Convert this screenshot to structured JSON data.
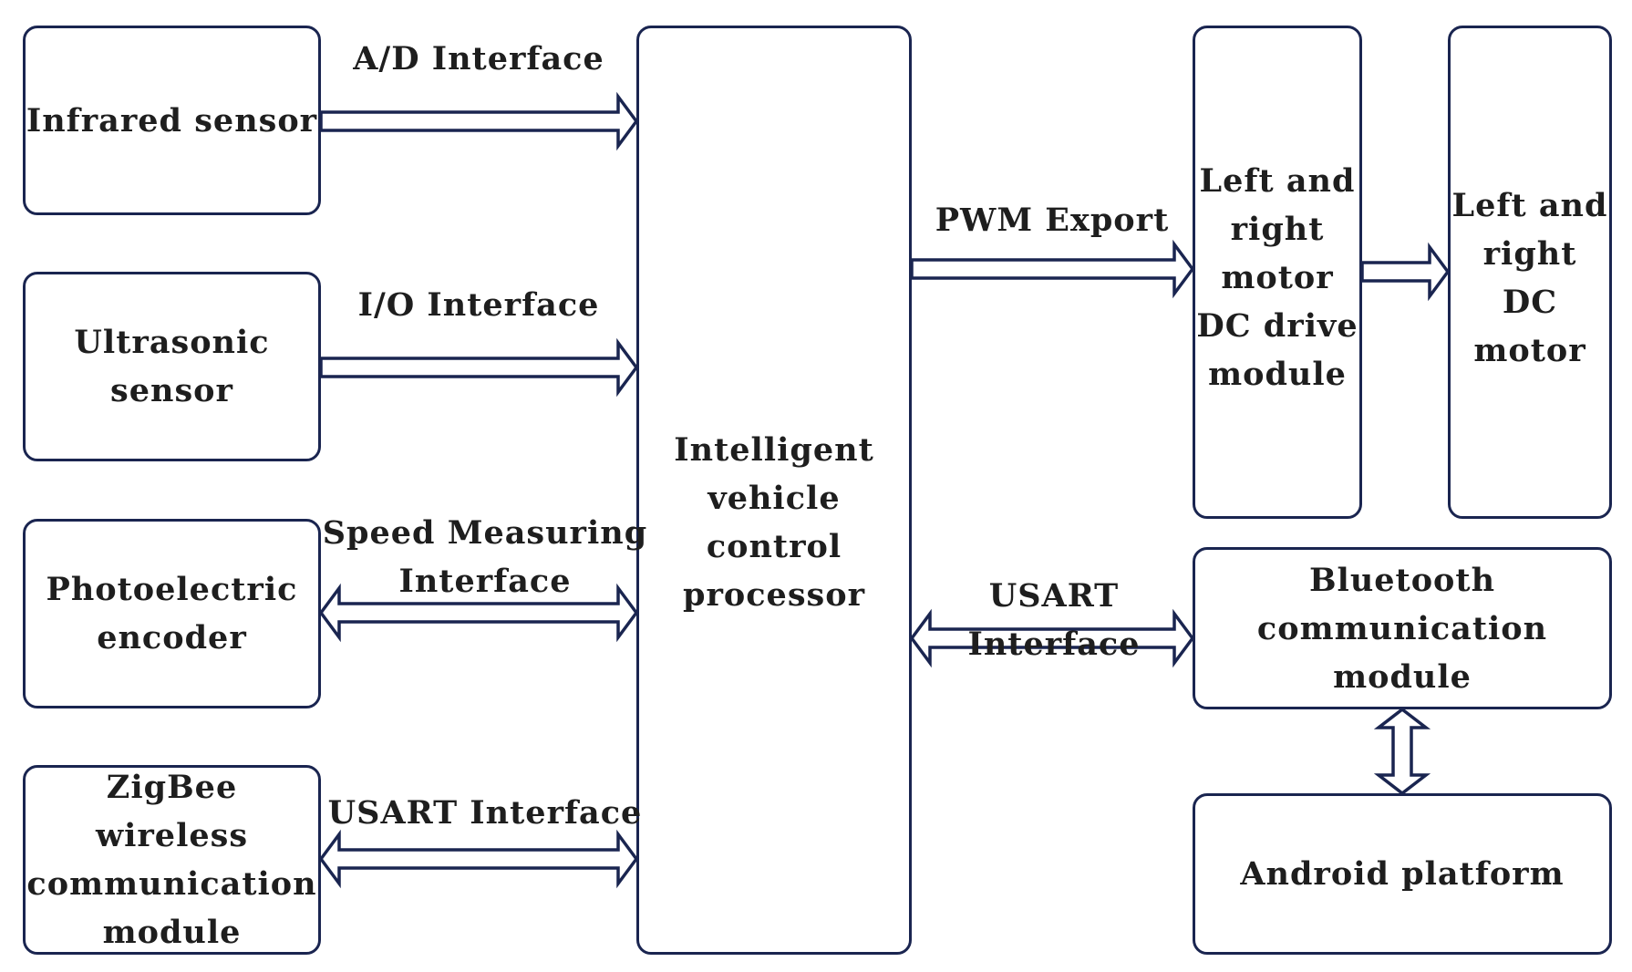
{
  "nodes": {
    "infrared_sensor": "Infrared sensor",
    "ultrasonic_sensor": "Ultrasonic\nsensor",
    "photoelectric_encoder": "Photoelectric\nencoder",
    "zigbee_module": "ZigBee wireless\ncommunication\nmodule",
    "control_processor": "Intelligent\nvehicle control\nprocessor",
    "motor_drive_module": "Left and\nright\nmotor\nDC drive\nmodule",
    "dc_motor": "Left and\nright\nDC\nmotor",
    "bluetooth_module": "Bluetooth\ncommunication module",
    "android_platform": "Android platform"
  },
  "edges": {
    "ad_interface": "A/D Interface",
    "io_interface": "I/O Interface",
    "speed_measuring_interface": "Speed Measuring\nInterface",
    "usart_interface_zigbee": "USART Interface",
    "pwm_export": "PWM Export",
    "usart_interface_bluetooth": "USART Interface"
  }
}
